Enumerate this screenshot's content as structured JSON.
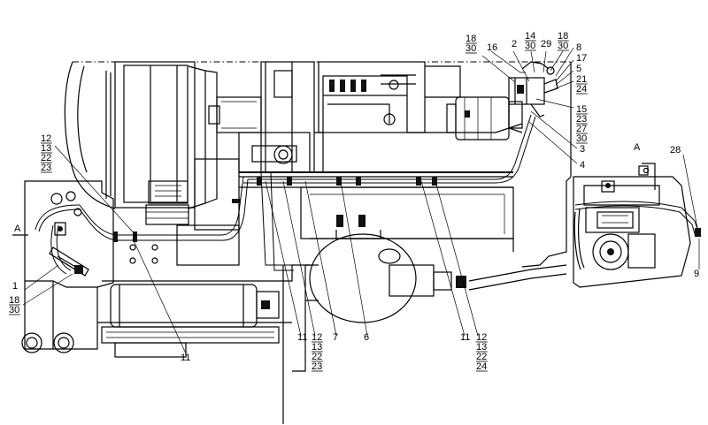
{
  "section_marks": {
    "left": "A",
    "right": "A"
  },
  "callouts": {
    "c_18_30_top": {
      "parts": [
        "18",
        "30"
      ],
      "underlined": [
        "18",
        "30"
      ]
    },
    "c_16": {
      "parts": [
        "16"
      ]
    },
    "c_2": {
      "parts": [
        "2"
      ]
    },
    "c_14_30": {
      "parts": [
        "14",
        "30"
      ],
      "underlined": [
        "14",
        "30"
      ]
    },
    "c_29": {
      "parts": [
        "29"
      ]
    },
    "c_18_30_right": {
      "parts": [
        "18",
        "30"
      ],
      "underlined": [
        "18",
        "30"
      ]
    },
    "c_8": {
      "parts": [
        "8"
      ]
    },
    "c_17": {
      "parts": [
        "17"
      ]
    },
    "c_5": {
      "parts": [
        "5"
      ]
    },
    "c_21_24": {
      "parts": [
        "21",
        "24"
      ],
      "underlined": [
        "21",
        "24"
      ]
    },
    "c_15_23_27_30": {
      "parts": [
        "15",
        "23",
        "27",
        "30"
      ],
      "underlined": [
        "15",
        "23",
        "27",
        "30"
      ]
    },
    "c_3": {
      "parts": [
        "3"
      ]
    },
    "c_4": {
      "parts": [
        "4"
      ]
    },
    "c_28": {
      "parts": [
        "28"
      ]
    },
    "c_9": {
      "parts": [
        "9"
      ]
    },
    "c_12_13_22_23_left": {
      "parts": [
        "12",
        "13",
        "22",
        "23"
      ],
      "underlined": [
        "12",
        "13",
        "22",
        "23"
      ]
    },
    "c_1": {
      "parts": [
        "1"
      ]
    },
    "c_18_30_left": {
      "parts": [
        "18",
        "30"
      ],
      "underlined": [
        "18",
        "30"
      ]
    },
    "c_11_a": {
      "parts": [
        "11"
      ]
    },
    "c_11_b": {
      "parts": [
        "11"
      ]
    },
    "c_12_13_22_23_mid": {
      "parts": [
        "12",
        "13",
        "22",
        "23"
      ],
      "underlined": [
        "12",
        "13",
        "22",
        "23"
      ]
    },
    "c_7": {
      "parts": [
        "7"
      ]
    },
    "c_6": {
      "parts": [
        "6"
      ]
    },
    "c_11_c": {
      "parts": [
        "11"
      ]
    },
    "c_12_13_22_24": {
      "parts": [
        "12",
        "13",
        "22",
        "24"
      ],
      "underlined": [
        "12",
        "13",
        "22",
        "24"
      ]
    }
  }
}
